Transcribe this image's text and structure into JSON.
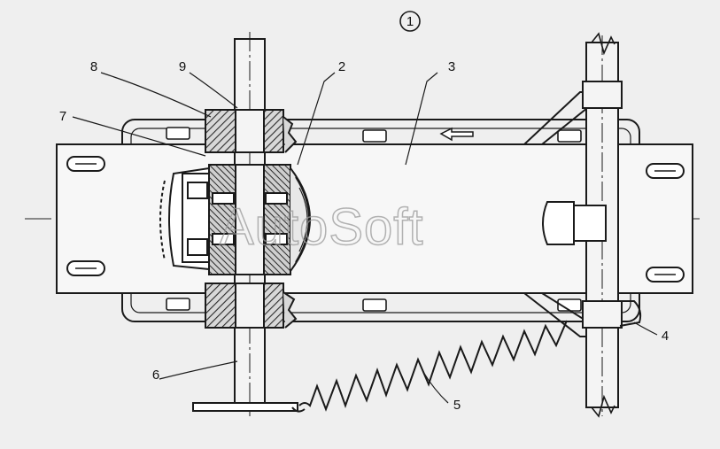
{
  "view_number": "1",
  "watermark": "AutoSoft",
  "callouts": [
    {
      "id": "8",
      "text": "8"
    },
    {
      "id": "9",
      "text": "9"
    },
    {
      "id": "2",
      "text": "2"
    },
    {
      "id": "3",
      "text": "3"
    },
    {
      "id": "7",
      "text": "7"
    },
    {
      "id": "6",
      "text": "6"
    },
    {
      "id": "5",
      "text": "5"
    },
    {
      "id": "4",
      "text": "4"
    }
  ],
  "colors": {
    "background": "#efefef",
    "line": "#1a1a1a",
    "hatch": "#3a3a3a",
    "fill_light": "#f4f4f4"
  }
}
